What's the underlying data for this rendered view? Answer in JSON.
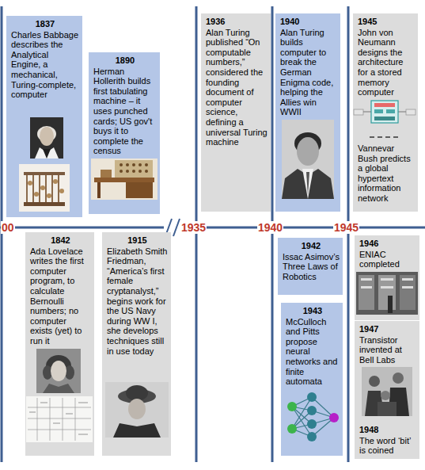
{
  "diagram": {
    "nodes": [
      {
        "text": [
          "1837",
          "Charles Babbage describes the Analytical Engine, a mechanical, Turing-complete, computer"
        ]
      },
      {
        "text": [
          "1842",
          "Ada Lovelace writes the first computer program, to calculate Bernoulli numbers; no computer exists (yet) to run it"
        ]
      },
      {
        "text": [
          "1890",
          "Herman Hollerith builds first tabulating machine – it uses punched cards; US gov't buys it to complete the census"
        ]
      },
      {
        "text": [
          "1915",
          "Elizabeth Smith Friedman, “America’s first female cryptanalyst,” begins work for the US Navy during WW I, she develops techniques still in use today"
        ]
      },
      {
        "text": [
          "1936",
          "Alan Turing published “On computable numbers,” considered the founding document of computer science, defining a universal Turing machine"
        ]
      },
      {
        "text": [
          "1940",
          "Alan Turing builds computer to break the German Enigma code, helping the Allies win WWII"
        ]
      },
      {
        "text": [
          "1942",
          "Issac Asimov’s Three Laws of Robotics"
        ]
      },
      {
        "text": [
          "1943",
          "McCulloch and Pitts propose neural networks and finite automata"
        ]
      },
      {
        "text": [
          "1945",
          "John von Neumann designs the architecture for a stored memory computer",
          "Vannevar Bush predicts a global hypertext information network"
        ]
      },
      {
        "text": [
          "1946",
          "ENIAC completed"
        ]
      },
      {
        "text": [
          "1947",
          "Transistor invented at Bell Labs"
        ]
      },
      {
        "text": [
          "1948",
          "The word ‘bit’ is coined"
        ]
      }
    ],
    "labels": [
      "00",
      "1935",
      "1940",
      "1945"
    ]
  }
}
